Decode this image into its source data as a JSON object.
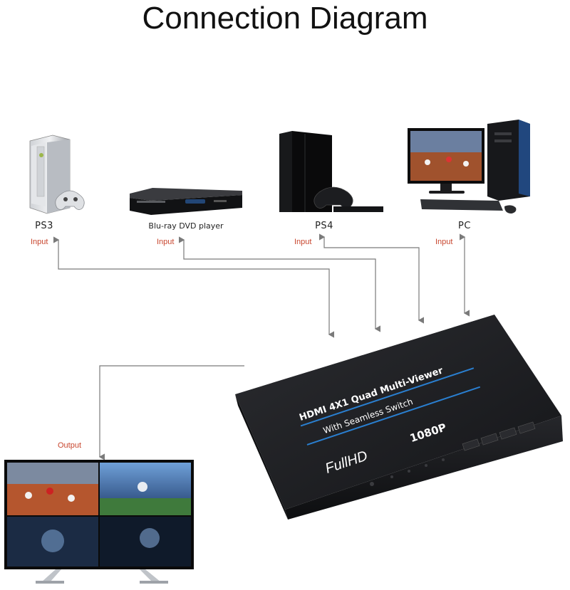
{
  "title": "Connection Diagram",
  "devices": [
    {
      "label": "PS3",
      "io": "Input",
      "icon": "xbox-console-icon"
    },
    {
      "label": "Blu-ray DVD player",
      "io": "Input",
      "icon": "dvd-player-icon"
    },
    {
      "label": "PS4",
      "io": "Input",
      "icon": "ps4-console-icon"
    },
    {
      "label": "PC",
      "io": "Input",
      "icon": "desktop-pc-icon"
    }
  ],
  "output": {
    "io": "Output",
    "icon": "quad-view-tv-icon"
  },
  "switcher": {
    "line1": "HDMI 4X1 Quad Multi-Viewer",
    "line2": "With Seamless Switch",
    "brand": "FullHD",
    "resolution": "1080P"
  },
  "colors": {
    "accent": "#c8462e",
    "line": "#7a7a7a",
    "box": "#1c1d20",
    "stripe": "#2a7fd0"
  }
}
